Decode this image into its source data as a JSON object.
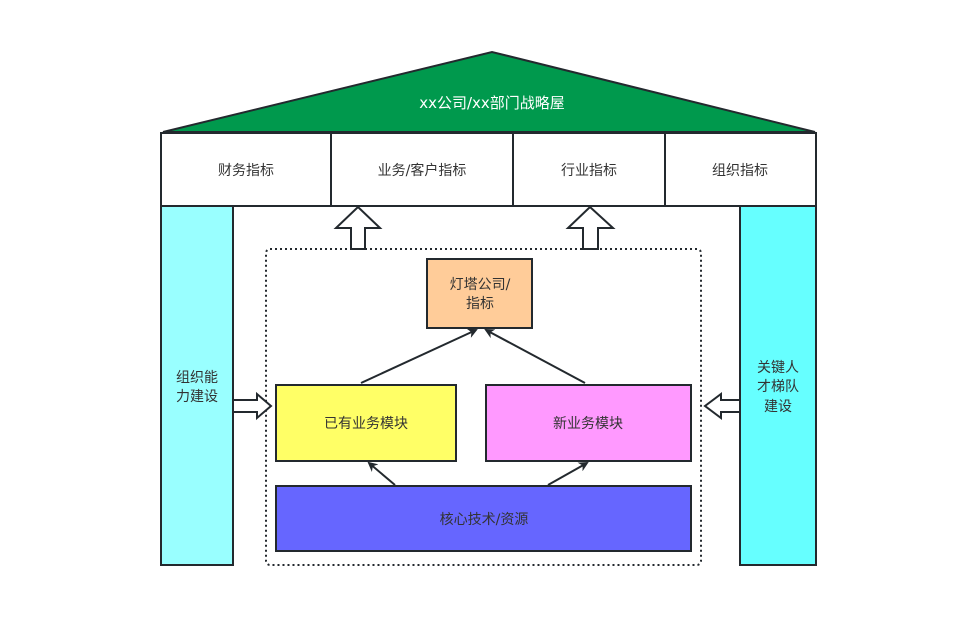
{
  "title": "xx公司/xx部门战略屋",
  "colors": {
    "roof": "#00994D",
    "stroke": "#23292E",
    "left_pillar": "#99FFFF",
    "right_pillar": "#66FFFF",
    "lighthouse": "#FFCC99",
    "existing_business": "#FFFF66",
    "new_business": "#FF99FF",
    "core": "#6666FF",
    "text": "#333333"
  },
  "metrics": [
    {
      "label": "财务指标"
    },
    {
      "label": "业务/客户指标"
    },
    {
      "label": "行业指标"
    },
    {
      "label": "组织指标"
    }
  ],
  "pillars": {
    "left": {
      "lines": [
        "组织能",
        "力建设"
      ]
    },
    "right": {
      "lines": [
        "关键人",
        "才梯队",
        "建设"
      ]
    }
  },
  "core_area": {
    "lighthouse": {
      "lines": [
        "灯塔公司/",
        "指标"
      ]
    },
    "existing_business": {
      "label": "已有业务模块"
    },
    "new_business": {
      "label": "新业务模块"
    },
    "core_tech": {
      "label": "核心技术/资源"
    }
  }
}
